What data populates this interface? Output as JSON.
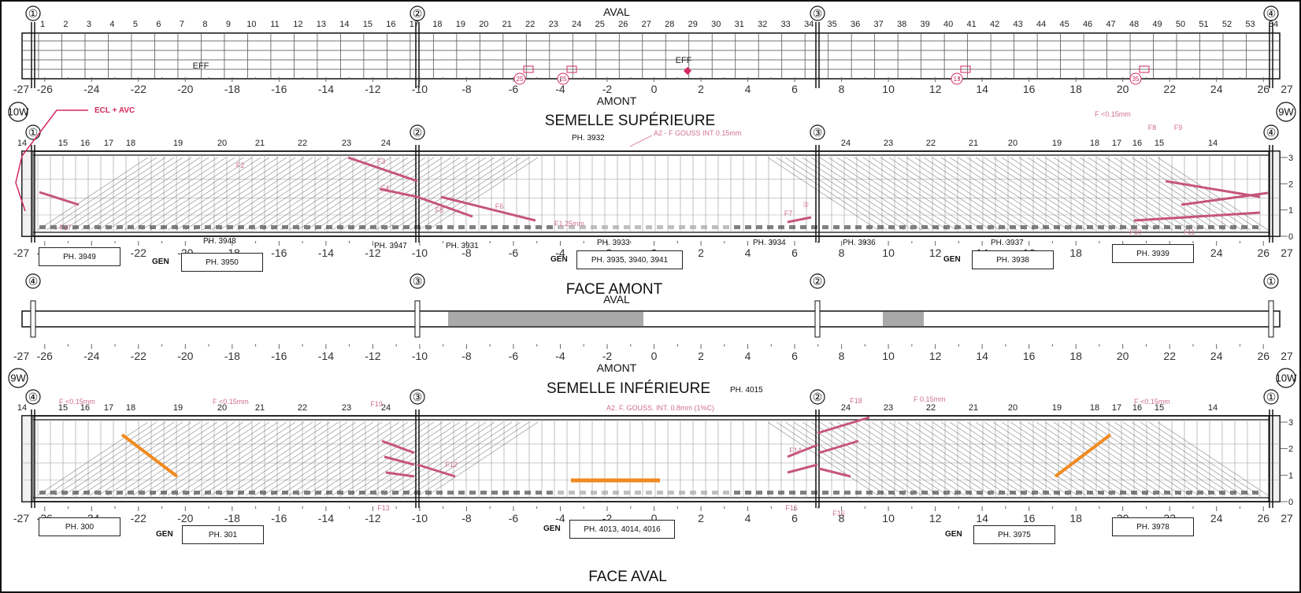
{
  "top_plan": {
    "aval_label": "AVAL",
    "amont_label": "AMONT",
    "eff_labels": [
      "EFF",
      "EFF"
    ],
    "circle_markers": [
      "25",
      "25",
      "13",
      "35"
    ],
    "grid_labels": [
      "①",
      "②",
      "③",
      "④"
    ],
    "station_numbers": [
      "1",
      "2",
      "3",
      "4",
      "5",
      "6",
      "7",
      "8",
      "9",
      "10",
      "11",
      "12",
      "13",
      "14",
      "15",
      "16",
      "17",
      "18",
      "19",
      "20",
      "21",
      "22",
      "23",
      "24",
      "25",
      "26",
      "27",
      "28",
      "29",
      "30",
      "31",
      "32",
      "33",
      "34",
      "35",
      "36",
      "37",
      "38",
      "39",
      "40",
      "41",
      "42",
      "43",
      "44",
      "45",
      "46",
      "47",
      "48",
      "49",
      "50",
      "51",
      "52",
      "53",
      "54"
    ],
    "scale": [
      "-27",
      "-26",
      "-24",
      "-22",
      "-20",
      "-18",
      "-16",
      "-14",
      "-12",
      "-10",
      "-8",
      "-6",
      "-4",
      "-2",
      "0",
      "2",
      "4",
      "6",
      "8",
      "10",
      "12",
      "14",
      "16",
      "18",
      "20",
      "22",
      "24",
      "26",
      "27"
    ]
  },
  "semelle_superieure": {
    "title": "SEMELLE SUPÉRIEURE",
    "ph_main": "PH. 3932",
    "left_marker": "10W",
    "right_marker": "9W",
    "ecl_note": "ECL + AVC",
    "gouss_note": "A2 - F GOUSS INT 0.15mm",
    "f_note": "F <0.15mm",
    "crack_labels": [
      "F2",
      "F3",
      "F4",
      "F5",
      "F6",
      "F7",
      "F8",
      "F9",
      "F10",
      "F11",
      "F17",
      "F1.25mm",
      "③"
    ],
    "panel_labels_left": [
      "14",
      "15",
      "16",
      "17",
      "18",
      "19",
      "20",
      "21",
      "22",
      "23",
      "24"
    ],
    "panel_labels_right": [
      "24",
      "23",
      "22",
      "21",
      "20",
      "19",
      "18",
      "17",
      "16",
      "15",
      "14"
    ],
    "height_marks": [
      "3",
      "2",
      "1",
      "0"
    ],
    "scale": [
      "-27",
      "-26",
      "-24",
      "-22",
      "-20",
      "-18",
      "-16",
      "-14",
      "-12",
      "-10",
      "-8",
      "-6",
      "-4",
      "-2",
      "0",
      "2",
      "4",
      "6",
      "8",
      "10",
      "12",
      "14",
      "16",
      "18",
      "20",
      "22",
      "24",
      "26",
      "27"
    ],
    "photo_labels": [
      "PH. 3948",
      "PH. 3947",
      "PH. 3931",
      "PH. 3933",
      "PH. 3934",
      "PH. 3936",
      "PH. 3937"
    ],
    "gen": "GEN",
    "ph_boxes": [
      "PH. 3949",
      "PH. 3950",
      "PH. 3935, 3940, 3941",
      "PH. 3938",
      "PH. 3939"
    ],
    "face_title": "FACE AMONT"
  },
  "middle_plan": {
    "aval_label": "AVAL",
    "amont_label": "AMONT",
    "grid_labels": [
      "④",
      "③",
      "②",
      "①"
    ],
    "scale": [
      "-27",
      "-26",
      "-24",
      "-22",
      "-20",
      "-18",
      "-16",
      "-14",
      "-12",
      "-10",
      "-8",
      "-6",
      "-4",
      "-2",
      "0",
      "2",
      "4",
      "6",
      "8",
      "10",
      "12",
      "14",
      "16",
      "18",
      "20",
      "22",
      "24",
      "26",
      "27"
    ]
  },
  "semelle_inferieure": {
    "title": "SEMELLE INFÉRIEURE",
    "ph_main": "PH. 4015",
    "left_marker": "9W",
    "right_marker": "10W",
    "gouss_note": "A2. F. GOUSS. INT. 0.8mm (1%C)",
    "f_notes": [
      "F <0.15mm",
      "F <0.15mm",
      "F 0.15mm",
      "F <0.15mm"
    ],
    "crack_labels": [
      "F12",
      "F13",
      "F14",
      "F15",
      "F16",
      "F18",
      "F19"
    ],
    "panel_labels_left": [
      "14",
      "15",
      "16",
      "17",
      "18",
      "19",
      "20",
      "21",
      "22",
      "23",
      "24"
    ],
    "panel_labels_right": [
      "24",
      "23",
      "22",
      "21",
      "20",
      "19",
      "18",
      "17",
      "16",
      "15",
      "14"
    ],
    "scale": [
      "-27",
      "-26",
      "-24",
      "-22",
      "-20",
      "-18",
      "-16",
      "-14",
      "-12",
      "-10",
      "-8",
      "-6",
      "-4",
      "-2",
      "0",
      "2",
      "4",
      "6",
      "8",
      "10",
      "12",
      "14",
      "16",
      "18",
      "20",
      "22",
      "24",
      "26",
      "27"
    ],
    "gen": "GEN",
    "ph_boxes": [
      "PH. 300",
      "PH. 301",
      "PH. 4013, 4014, 4016",
      "PH. 3975",
      "PH. 3978"
    ],
    "face_title": "FACE AVAL"
  },
  "colors": {
    "crack_pink": "#c6557c",
    "annotation_red": "#d22a5c",
    "repair_orange": "#f08a20",
    "efflorescence_gray": "#a9a9a9",
    "line_dark": "#111111"
  }
}
